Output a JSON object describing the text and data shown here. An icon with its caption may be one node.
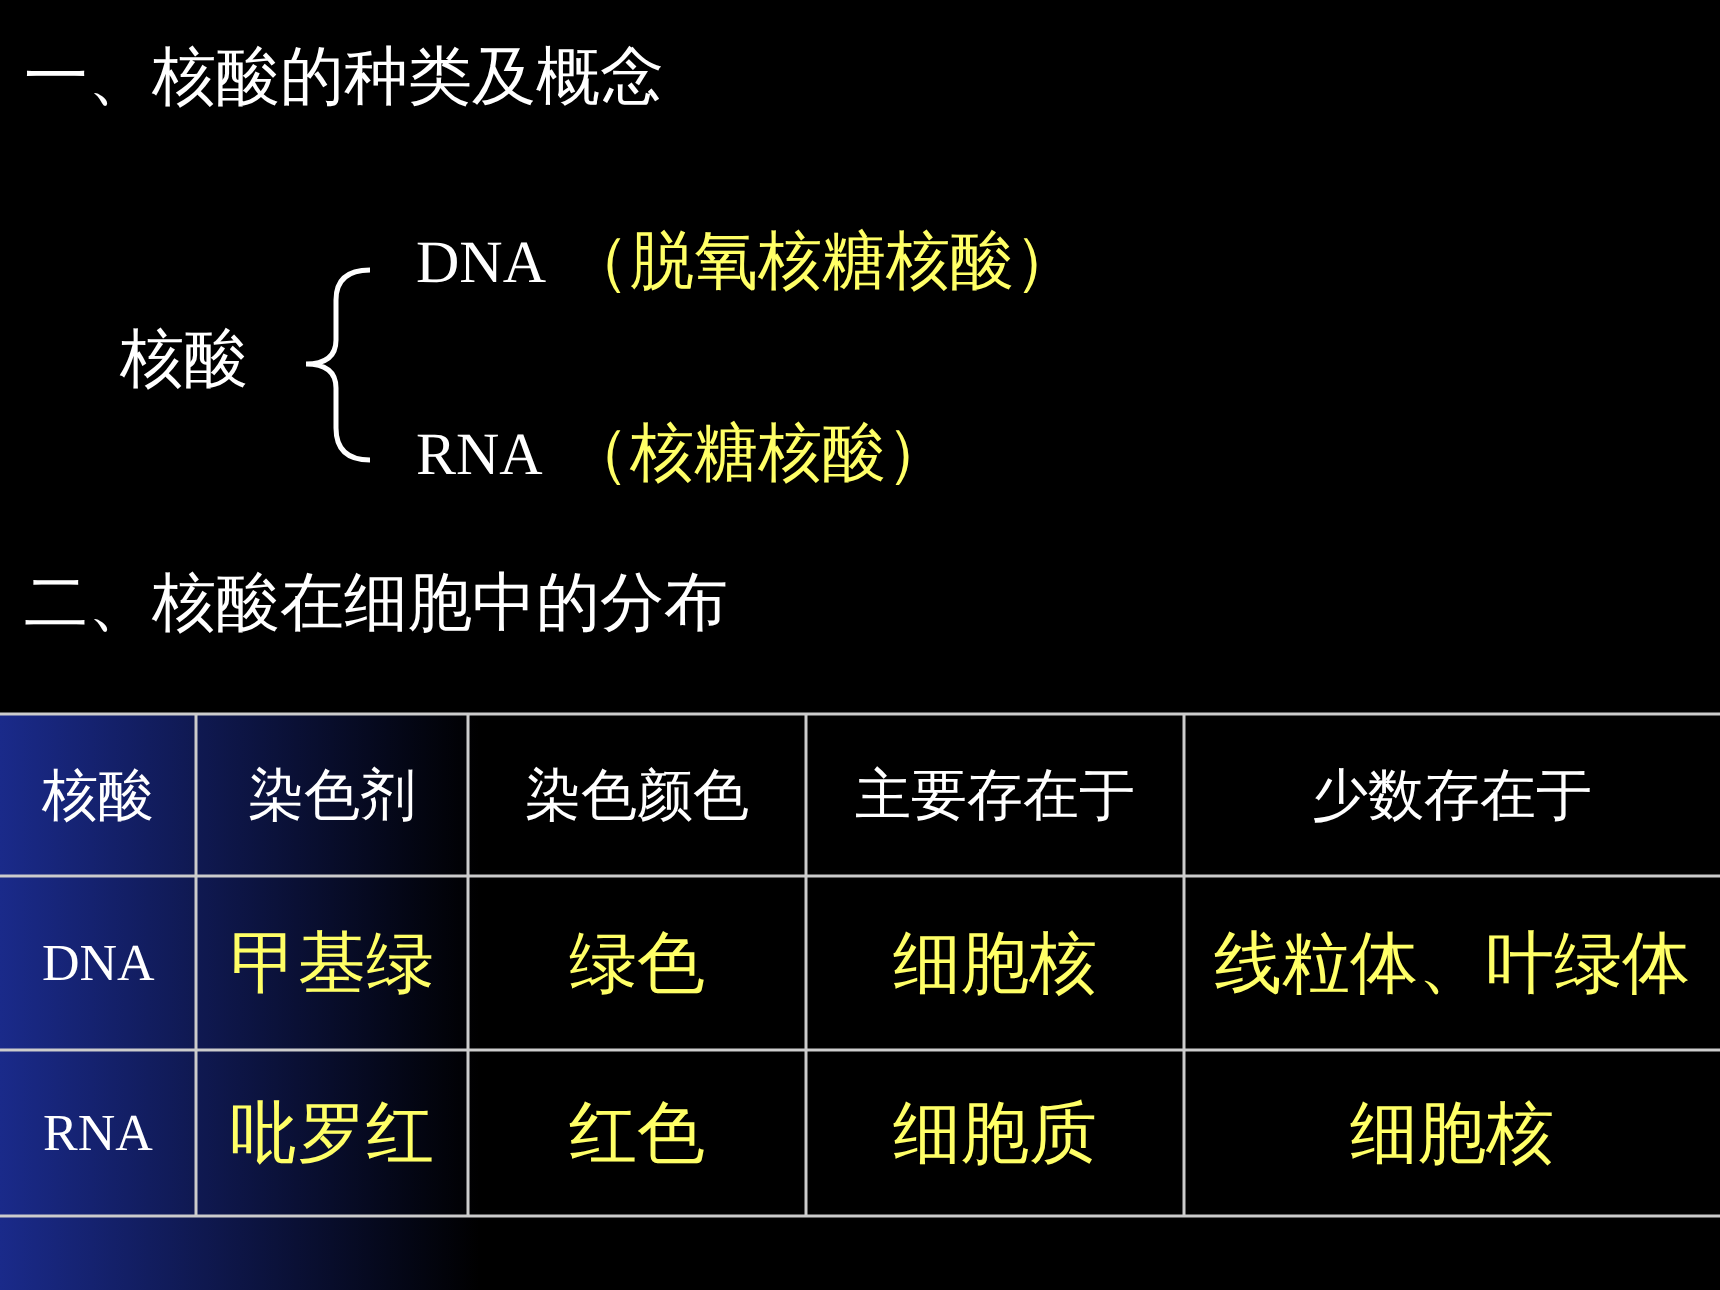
{
  "diagram": {
    "labels": [
      "一、核酸的种类及概念",
      "DNA",
      "（脱氧核糖核酸）",
      "核酸",
      "RNA",
      "（核糖核酸）",
      "二、核酸在细胞中的分布",
      "核酸",
      "染色剂",
      "染色颜色",
      "主要存在于",
      "少数存在于",
      "DNA",
      "甲基绿",
      "绿色",
      "细胞核",
      "线粒体、叶绿体",
      "RNA",
      "吡罗红",
      "红色",
      "细胞质",
      "细胞核"
    ]
  }
}
